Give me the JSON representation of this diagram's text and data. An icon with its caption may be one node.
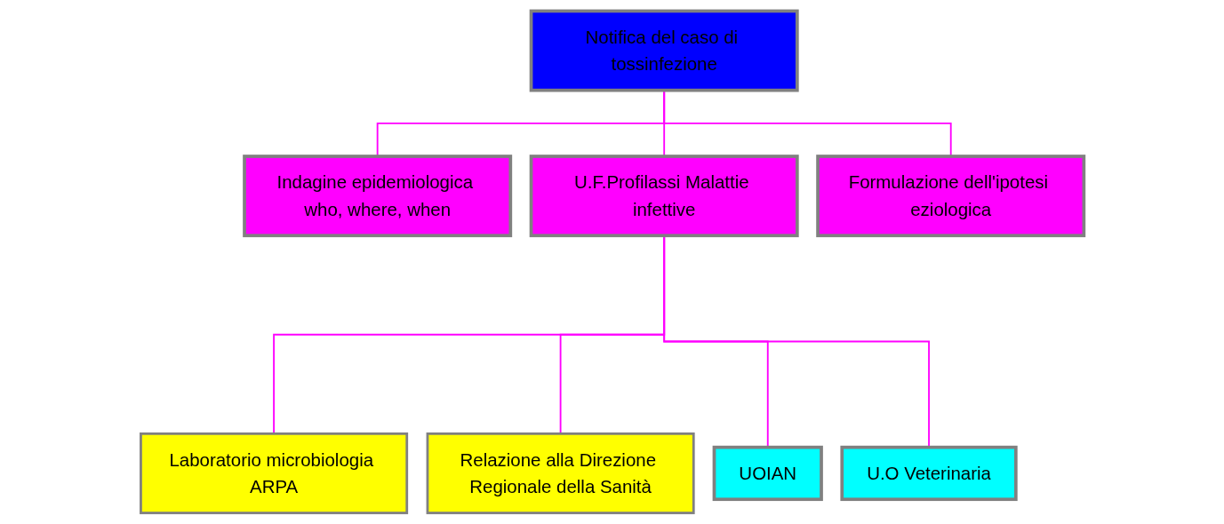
{
  "diagram": {
    "nodes": [
      {
        "text": [
          "Notifica del caso di tossinfezione"
        ]
      },
      {
        "text": [
          "Indagine epidemiologica who, where, when"
        ]
      },
      {
        "text": [
          "U.F.Profilassi Malattie infettive"
        ]
      },
      {
        "text": [
          "Formulazione dell'ipotesi eziologica"
        ]
      },
      {
        "text": [
          "Laboratorio microbiologia ARPA"
        ]
      },
      {
        "text": [
          "Relazione alla Direzione Regionale della Sanità"
        ]
      },
      {
        "text": [
          "UOIAN"
        ]
      },
      {
        "text": [
          "U.O Veterinaria"
        ]
      }
    ],
    "edges": [
      {
        "from": 0,
        "to": 1,
        "arrow": "none"
      },
      {
        "from": 0,
        "to": 2,
        "arrow": "none"
      },
      {
        "from": 0,
        "to": 3,
        "arrow": "none"
      },
      {
        "from": 2,
        "to": 4,
        "arrow": "none"
      },
      {
        "from": 2,
        "to": 5,
        "arrow": "none"
      },
      {
        "from": 2,
        "to": 6,
        "arrow": "none"
      },
      {
        "from": 2,
        "to": 7,
        "arrow": "none"
      }
    ]
  }
}
